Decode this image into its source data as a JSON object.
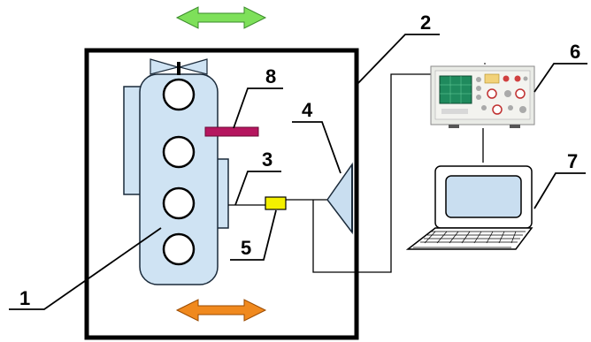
{
  "labels": {
    "engine": "1",
    "enclosure": "2",
    "cable": "3",
    "sensor": "4",
    "connector": "5",
    "oscilloscope": "6",
    "computer": "7",
    "bar": "8"
  },
  "colors": {
    "engine_fill": "#cfe3f3",
    "engine_stroke": "#1a2a3a",
    "top_arrow": "#7ee05a",
    "bottom_arrow": "#f0891e",
    "bar": "#b5165f",
    "connector": "#f4f000",
    "sensor_fill": "#c9def0",
    "oscilloscope_body": "#e9ebe6",
    "oscilloscope_screen": "#1f8a5d",
    "laptop_screen": "#c9def0"
  },
  "icons": {
    "top_arrow": "double-headed-arrow-icon",
    "bottom_arrow": "double-headed-arrow-icon",
    "oscilloscope": "oscilloscope-icon",
    "computer": "laptop-icon"
  }
}
